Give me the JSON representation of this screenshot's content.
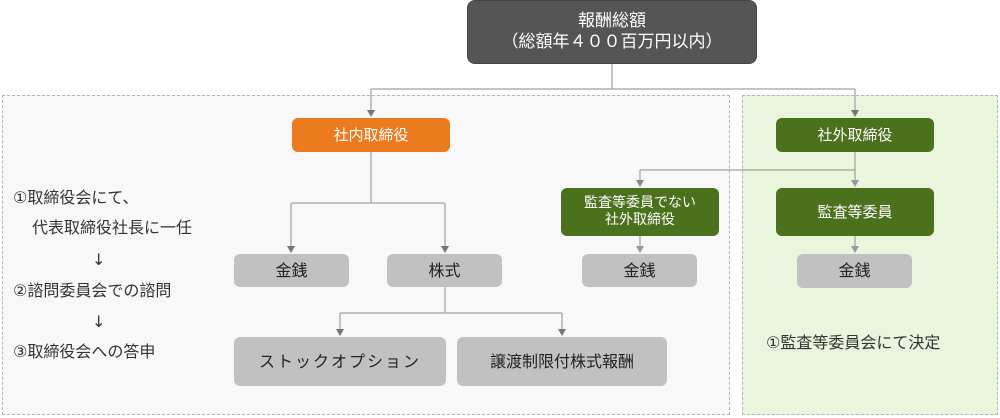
{
  "title": {
    "line1": "報酬総額",
    "line2": "（総額年４００百万円以内）"
  },
  "internal_panel": {
    "head": "社内取締役",
    "cash": "金銭",
    "stock": "株式",
    "stock_option": "ストックオプション",
    "restricted_stock": "譲渡制限付株式報酬",
    "process": {
      "step1_line1": "①取締役会にて、",
      "step1_line2": "代表取締役社長に一任",
      "arrow1": "↓",
      "step2": "②諮問委員会での諮問",
      "arrow2": "↓",
      "step3": "③取締役会への答申"
    },
    "non_audit_outside": {
      "line1": "監査等委員でない",
      "line2": "社外取締役",
      "cash": "金銭"
    }
  },
  "external_panel": {
    "head": "社外取締役",
    "audit_committee": "監査等委員",
    "cash": "金銭",
    "process": "①監査等委員会にて決定"
  },
  "colors": {
    "title_box": "#555555",
    "internal_head": "#ec7b1f",
    "external_head": "#4b711d",
    "leaf": "#c1c1c1",
    "internal_panel_bg": "#f8f8f8",
    "external_panel_bg": "#e9f5dd",
    "connector": "#b0b0b0",
    "arrowhead": "#777777"
  }
}
